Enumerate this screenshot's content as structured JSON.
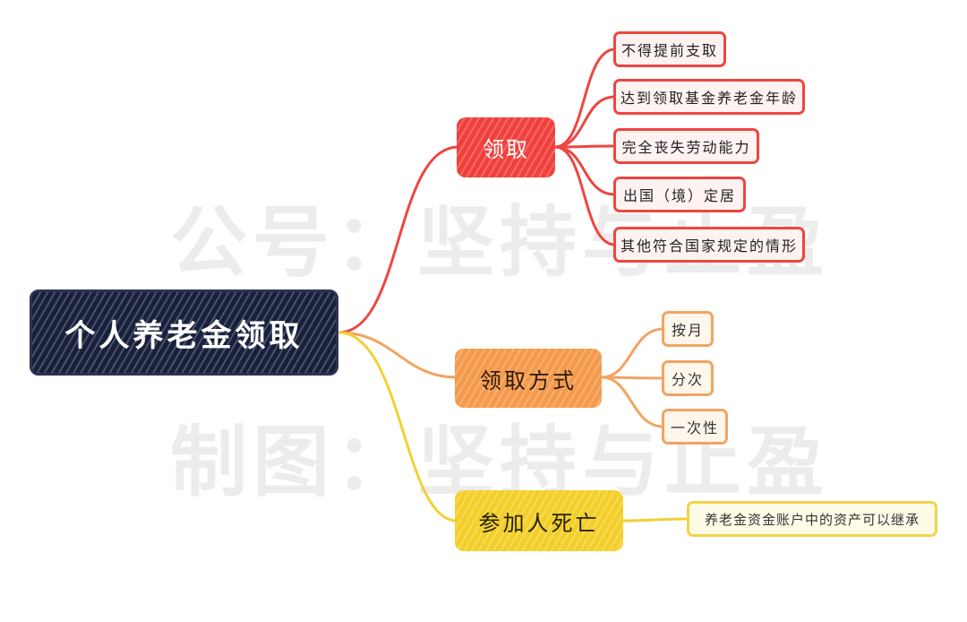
{
  "watermarks": [
    "公号：坚持与止盈",
    "制图：坚持与止盈"
  ],
  "colors": {
    "root": "#18203c",
    "branch1": "#f0403c",
    "branch2": "#f59a4c",
    "branch3": "#f3cf2a"
  },
  "root": {
    "label": "个人养老金领取"
  },
  "branches": [
    {
      "label": "领取",
      "children": [
        "不得提前支取",
        "达到领取基金养老金年龄",
        "完全丧失劳动能力",
        "出国（境）定居",
        "其他符合国家规定的情形"
      ]
    },
    {
      "label": "领取方式",
      "children": [
        "按月",
        "分次",
        "一次性"
      ]
    },
    {
      "label": "参加人死亡",
      "children": [
        "养老金资金账户中的资产可以继承"
      ]
    }
  ]
}
